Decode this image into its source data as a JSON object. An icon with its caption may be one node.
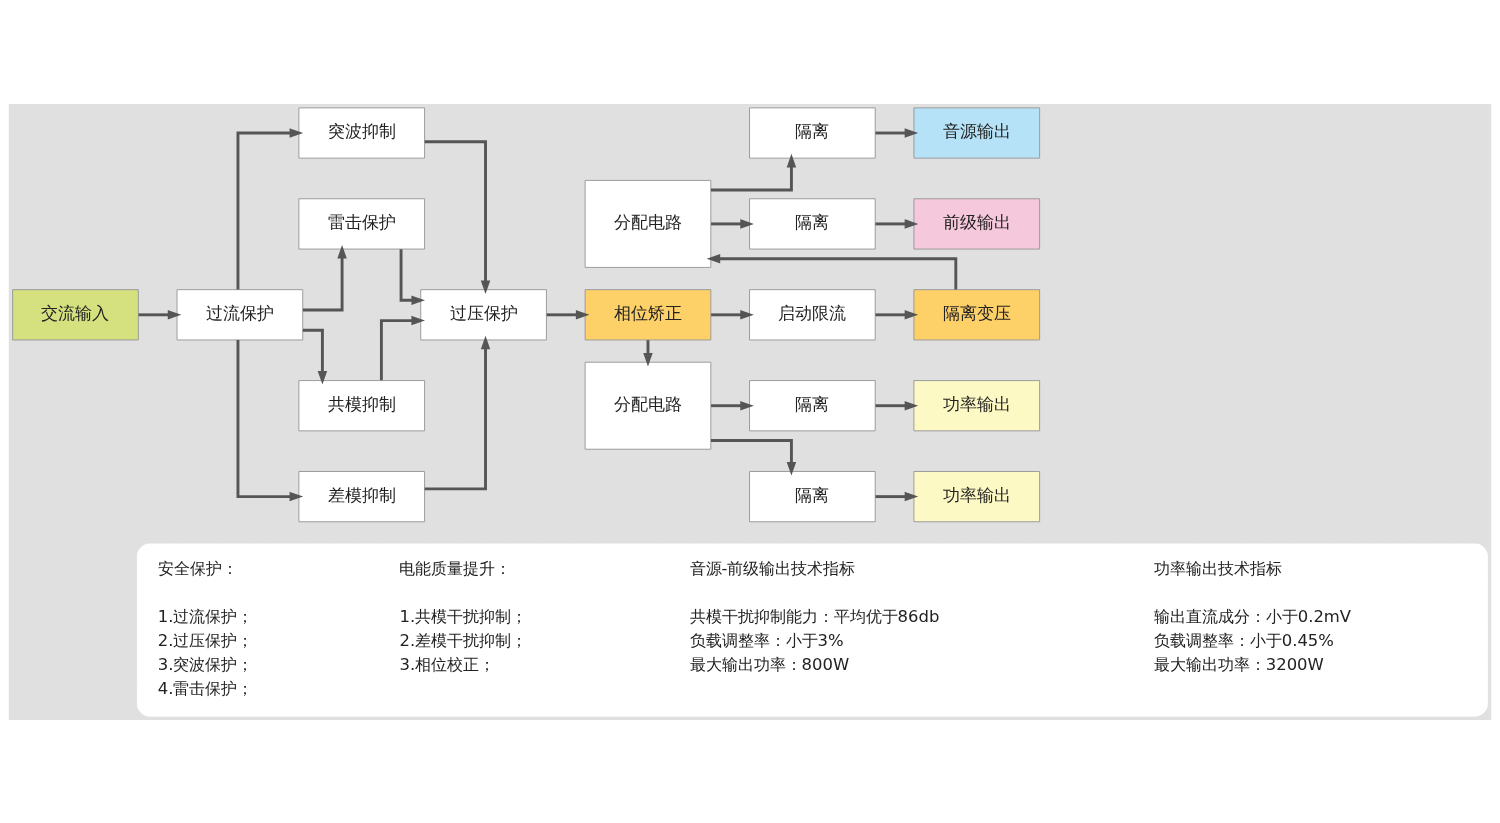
{
  "diagram": {
    "nodes": [
      {
        "text": [
          "交流输入"
        ]
      },
      {
        "text": [
          "过流保护"
        ]
      },
      {
        "text": [
          "突波抑制"
        ]
      },
      {
        "text": [
          "雷击保护"
        ]
      },
      {
        "text": [
          "共模抑制"
        ]
      },
      {
        "text": [
          "差模抑制"
        ]
      },
      {
        "text": [
          "过压保护"
        ]
      },
      {
        "text": [
          "相位矫正"
        ]
      },
      {
        "text": [
          "分配电路"
        ]
      },
      {
        "text": [
          "隔离"
        ]
      },
      {
        "text": [
          "音源输出"
        ]
      },
      {
        "text": [
          "隔离"
        ]
      },
      {
        "text": [
          "前级输出"
        ]
      },
      {
        "text": [
          "启动限流"
        ]
      },
      {
        "text": [
          "隔离变压"
        ]
      },
      {
        "text": [
          "分配电路"
        ]
      },
      {
        "text": [
          "隔离"
        ]
      },
      {
        "text": [
          "功率输出"
        ]
      },
      {
        "text": [
          "隔离"
        ]
      },
      {
        "text": [
          "功率输出"
        ]
      },
      {
        "text": [
          "安全保护：",
          "1.过流保护；",
          "2.过压保护；",
          "3.突波保护；",
          "4.雷击保护；",
          "电能质量提升：",
          "1.共模干扰抑制；",
          "2.差模干扰抑制；",
          "3.相位校正；",
          "音源-前级输出技术指标",
          "共模干扰抑制能力：平均优于86db",
          "负载调整率：小于3%",
          "最大输出功率：800W",
          "功率输出技术指标",
          "输出直流成分：小于0.2mV",
          "负载调整率：小于0.45%",
          "最大输出功率：3200W"
        ]
      }
    ],
    "edges": [
      {
        "from": 0,
        "to": 1,
        "arrow": "to"
      },
      {
        "from": 1,
        "to": 2,
        "arrow": "to"
      },
      {
        "from": 1,
        "to": 3,
        "arrow": "to"
      },
      {
        "from": 1,
        "to": 4,
        "arrow": "to"
      },
      {
        "from": 1,
        "to": 5,
        "arrow": "to"
      },
      {
        "from": 2,
        "to": 6,
        "arrow": "to"
      },
      {
        "from": 3,
        "to": 6,
        "arrow": "to"
      },
      {
        "from": 4,
        "to": 6,
        "arrow": "to"
      },
      {
        "from": 5,
        "to": 6,
        "arrow": "to"
      },
      {
        "from": 6,
        "to": 7,
        "arrow": "to"
      },
      {
        "from": 7,
        "to": 13,
        "arrow": "to"
      },
      {
        "from": 13,
        "to": 14,
        "arrow": "to"
      },
      {
        "from": 14,
        "to": 8,
        "arrow": "to"
      },
      {
        "from": 8,
        "to": 9,
        "arrow": "to"
      },
      {
        "from": 9,
        "to": 10,
        "arrow": "to"
      },
      {
        "from": 8,
        "to": 11,
        "arrow": "to"
      },
      {
        "from": 11,
        "to": 12,
        "arrow": "to"
      },
      {
        "from": 7,
        "to": 15,
        "arrow": "to"
      },
      {
        "from": 15,
        "to": 16,
        "arrow": "to"
      },
      {
        "from": 16,
        "to": 17,
        "arrow": "to"
      },
      {
        "from": 15,
        "to": 18,
        "arrow": "to"
      },
      {
        "from": 18,
        "to": 19,
        "arrow": "to"
      }
    ]
  }
}
